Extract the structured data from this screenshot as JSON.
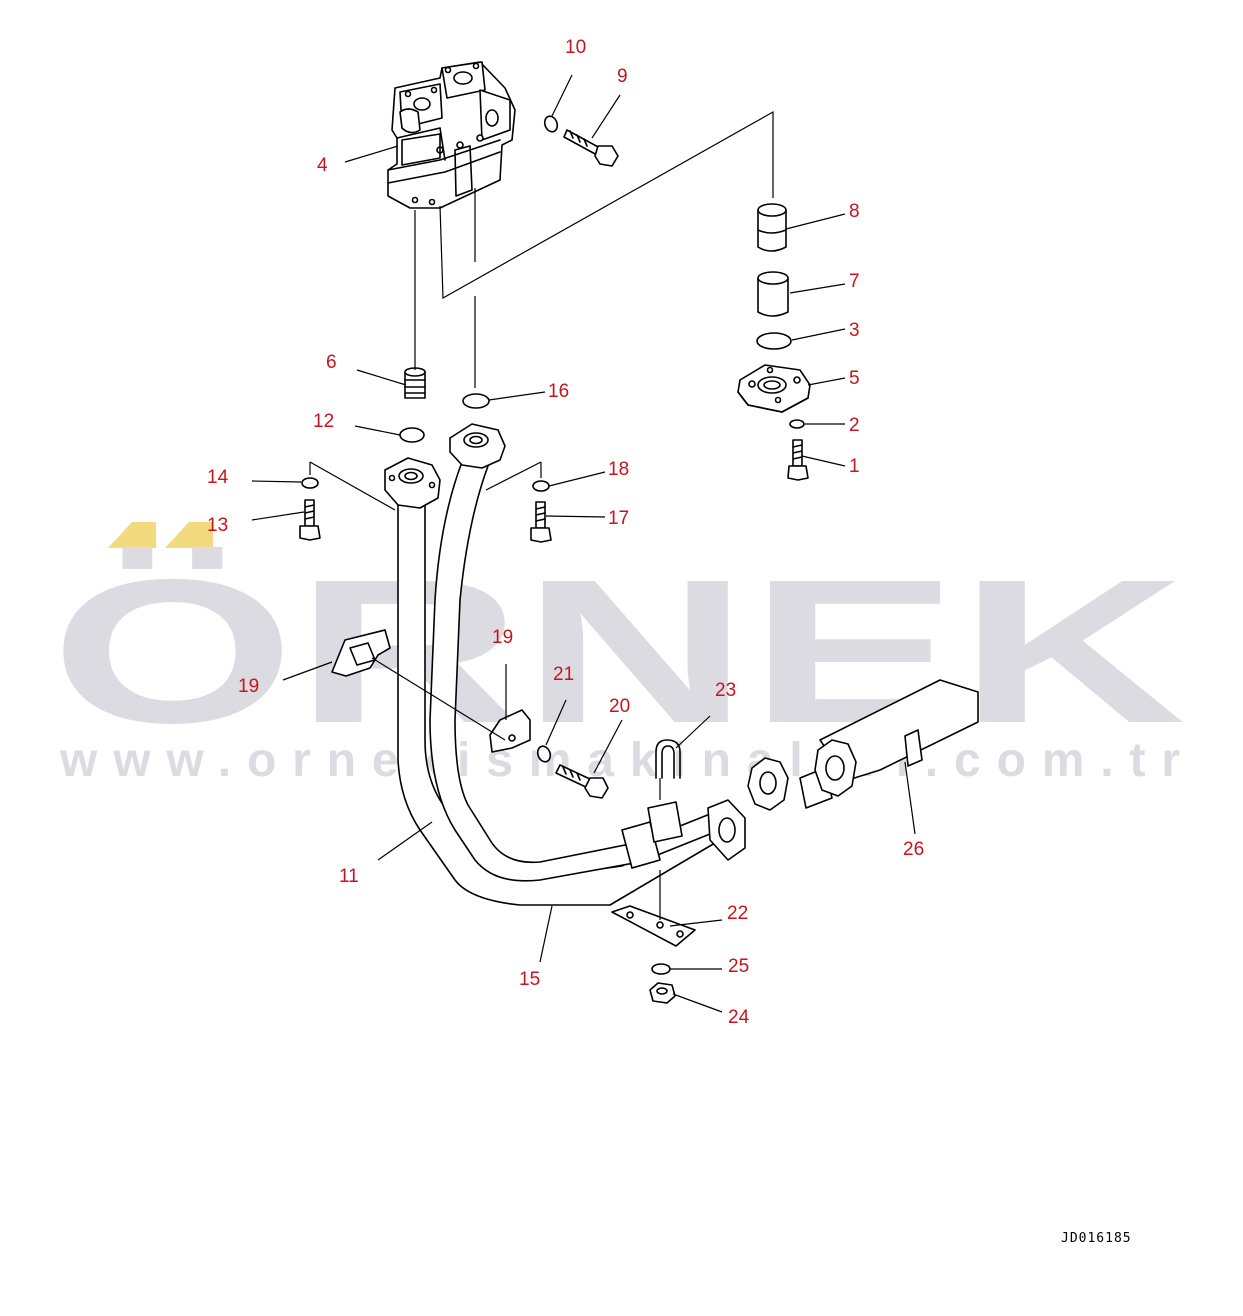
{
  "watermark": {
    "brand": "ÖRNEK",
    "url": "www.ornekismakinalari.com.tr",
    "brand_color": "#dcdbe1",
    "accent_color": "#f3da7e"
  },
  "drawing_code": "JD016185",
  "callout_color": "#c8141e",
  "line_color": "#000000",
  "callouts": {
    "c1": "1",
    "c2": "2",
    "c3": "3",
    "c4": "4",
    "c5": "5",
    "c6": "6",
    "c7": "7",
    "c8": "8",
    "c9": "9",
    "c10": "10",
    "c11": "11",
    "c12": "12",
    "c13": "13",
    "c14": "14",
    "c15": "15",
    "c16": "16",
    "c17": "17",
    "c18": "18",
    "c19a": "19",
    "c19b": "19",
    "c20": "20",
    "c21": "21",
    "c22": "22",
    "c23": "23",
    "c24": "24",
    "c25": "25",
    "c26": "26"
  }
}
